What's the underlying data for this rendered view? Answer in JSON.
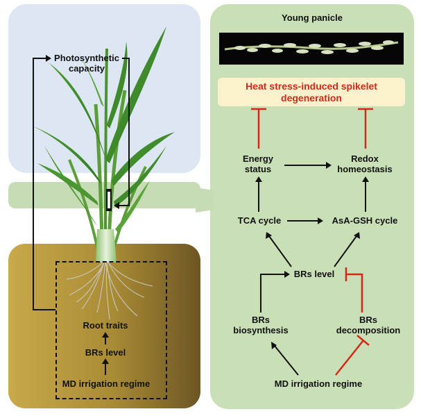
{
  "left": {
    "photosynthetic_capacity": "Photosynthetic capacity",
    "root_traits": "Root traits",
    "brs_level": "BRs level",
    "md_irrigation": "MD irrigation regime"
  },
  "right": {
    "title": "Young panicle",
    "heat_stress": "Heat stress-induced spikelet degeneration",
    "energy_status": "Energy status",
    "redox_homeostasis": "Redox homeostasis",
    "tca_cycle": "TCA cycle",
    "asa_gsh_cycle": "AsA-GSH cycle",
    "brs_level": "BRs level",
    "brs_biosynthesis": "BRs biosynthesis",
    "brs_decomposition": "BRs decomposition",
    "md_irrigation": "MD irrigation regime"
  },
  "colors": {
    "sky_panel": "#dde6f3",
    "green_panel": "#c9dfb6",
    "soil_light": "#c9a94a",
    "soil_dark": "#6d5523",
    "heat_box_fill": "#fbf1cc",
    "inhibit_red": "#d62718",
    "arrow_black": "#111111"
  }
}
